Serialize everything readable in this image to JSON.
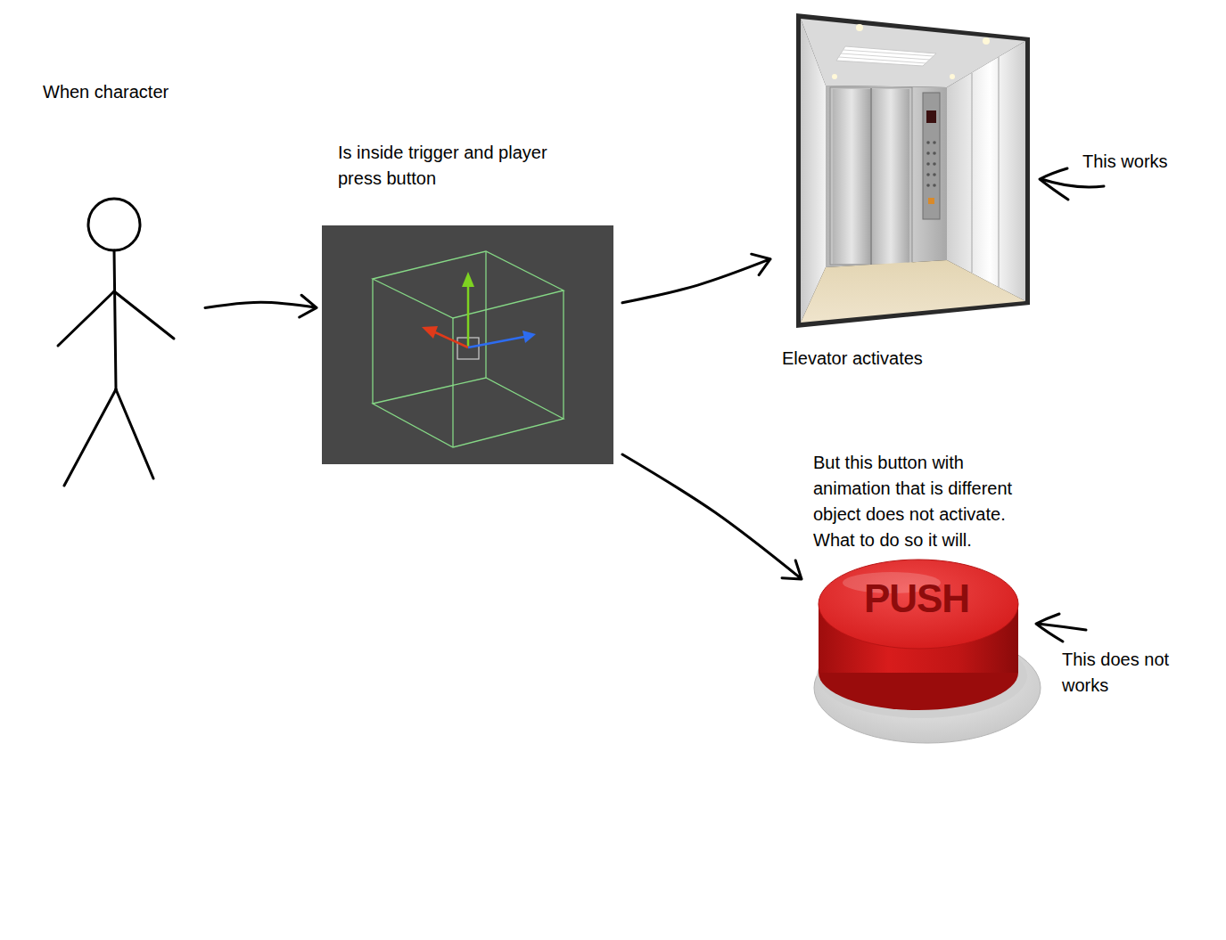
{
  "diagram": {
    "nodes": [
      {
        "text": [
          "When character"
        ]
      },
      {
        "text": [
          "Is inside trigger and player press button"
        ]
      },
      {
        "text": [
          "Elevator activates"
        ]
      },
      {
        "text": [
          "But this button with animation that is different object does not activate. What to do so it will.",
          "PUSH"
        ]
      }
    ],
    "edges": [
      {
        "from": 0,
        "to": 1,
        "arrow": "to"
      },
      {
        "from": 1,
        "to": 2,
        "arrow": "to"
      },
      {
        "from": 1,
        "to": 3,
        "arrow": "to"
      }
    ],
    "labels": [
      "This works",
      "This does not works"
    ]
  }
}
